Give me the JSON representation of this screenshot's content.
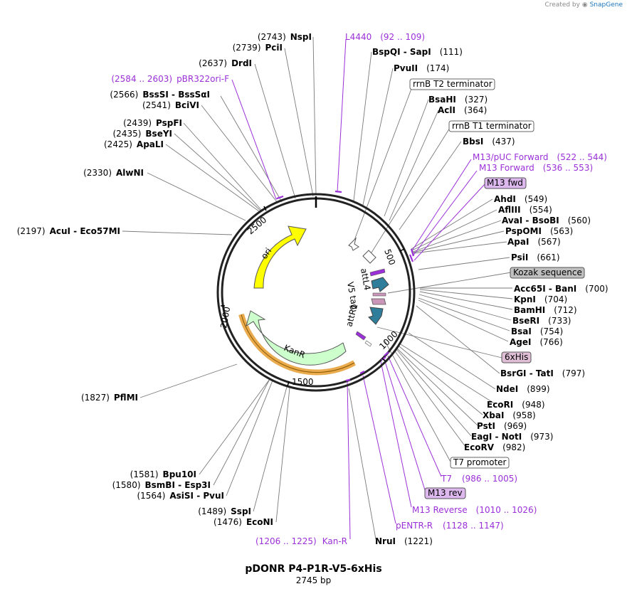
{
  "credit": {
    "prefix": "Created by",
    "brand": "SnapGene"
  },
  "title": "pDONR P4-P1R-V5-6xHis",
  "subtitle": "2745 bp",
  "colors": {
    "ori": "#ffff00",
    "kanr": "#ccffcc",
    "kanr_outline": "#e8a23c",
    "att": "#2e7d9b",
    "v5": "#c995b8",
    "primer": "#9b30d9",
    "misc": "#ffffff"
  },
  "ticks": [
    "500",
    "1000",
    "1500",
    "2000",
    "2500"
  ],
  "features": {
    "ori": "ori",
    "kanr": "KanR",
    "attl4": "attL4",
    "v5": "V5 tag",
    "attr1": "attR1"
  },
  "left_enzymes": [
    {
      "name": "NspI",
      "pos": "(2743)"
    },
    {
      "name": "PciI",
      "pos": "(2739)"
    },
    {
      "name": "DrdI",
      "pos": "(2637)"
    },
    {
      "name": "BssSI  - BssSαI",
      "pos": "(2566)"
    },
    {
      "name": "BciVI",
      "pos": "(2541)"
    },
    {
      "name": "PspFI",
      "pos": "(2439)"
    },
    {
      "name": "BseYI",
      "pos": "(2435)"
    },
    {
      "name": "ApaLI",
      "pos": "(2425)"
    },
    {
      "name": "AlwNI",
      "pos": "(2330)"
    },
    {
      "name": "AcuI   - Eco57MI",
      "pos": "(2197)"
    },
    {
      "name": "PflMI",
      "pos": "(1827)"
    },
    {
      "name": "Bpu10I",
      "pos": "(1581)"
    },
    {
      "name": "BsmBI  - Esp3I",
      "pos": "(1580)"
    },
    {
      "name": "AsiSI  - PvuI",
      "pos": "(1564)"
    },
    {
      "name": "SspI",
      "pos": "(1489)"
    },
    {
      "name": "EcoNI",
      "pos": "(1476)"
    }
  ],
  "right_enzymes": [
    {
      "name": "BspQI  - SapI",
      "pos": "(111)"
    },
    {
      "name": "PvuII",
      "pos": "(174)"
    },
    {
      "name": "BsaHI",
      "pos": "(327)"
    },
    {
      "name": "AclI",
      "pos": "(364)"
    },
    {
      "name": "BbsI",
      "pos": "(437)"
    },
    {
      "name": "AhdI",
      "pos": "(549)"
    },
    {
      "name": "AflIII",
      "pos": "(554)"
    },
    {
      "name": "AvaI  - BsoBI",
      "pos": "(560)"
    },
    {
      "name": "PspOMI",
      "pos": "(563)"
    },
    {
      "name": "ApaI",
      "pos": "(567)"
    },
    {
      "name": "PsiI",
      "pos": "(661)"
    },
    {
      "name": "Acc65I  - BanI",
      "pos": "(700)"
    },
    {
      "name": "KpnI",
      "pos": "(704)"
    },
    {
      "name": "BamHI",
      "pos": "(712)"
    },
    {
      "name": "BseRI",
      "pos": "(733)"
    },
    {
      "name": "BsaI",
      "pos": "(754)"
    },
    {
      "name": "AgeI",
      "pos": "(766)"
    },
    {
      "name": "BsrGI  - TatI",
      "pos": "(797)"
    },
    {
      "name": "NdeI",
      "pos": "(899)"
    },
    {
      "name": "EcoRI",
      "pos": "(948)"
    },
    {
      "name": "XbaI",
      "pos": "(958)"
    },
    {
      "name": "PstI",
      "pos": "(969)"
    },
    {
      "name": "EagI  - NotI",
      "pos": "(973)"
    },
    {
      "name": "EcoRV",
      "pos": "(982)"
    },
    {
      "name": "NruI",
      "pos": "(1221)"
    }
  ],
  "primers": [
    {
      "name": "L4440",
      "pos": "(92 .. 109)"
    },
    {
      "name": "pBR322ori-F",
      "pos": "(2584 .. 2603)"
    },
    {
      "name": "M13/pUC Forward",
      "pos": "(522 .. 544)"
    },
    {
      "name": "M13 Forward",
      "pos": "(536 .. 553)"
    },
    {
      "name": "T7",
      "pos": "(986 .. 1005)"
    },
    {
      "name": "M13 Reverse",
      "pos": "(1010 .. 1026)"
    },
    {
      "name": "pENTR-R",
      "pos": "(1128 .. 1147)"
    },
    {
      "name": "Kan-R",
      "pos": "(1206 .. 1225)"
    }
  ],
  "boxed": [
    {
      "name": "rrnB T2 terminator"
    },
    {
      "name": "rrnB T1 terminator"
    },
    {
      "name": "M13 fwd"
    },
    {
      "name": "Kozak sequence"
    },
    {
      "name": "6xHis"
    },
    {
      "name": "T7 promoter"
    },
    {
      "name": "M13 rev"
    }
  ]
}
